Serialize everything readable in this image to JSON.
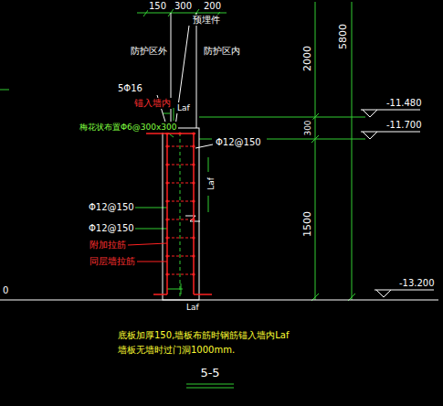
{
  "diagram": {
    "title": "5-5",
    "labels": [
      "150",
      "300",
      "200",
      "预埋件",
      "防护区外",
      "防护区内",
      "2000",
      "5800",
      "-11.480",
      "5Φ16",
      "锚入墙内",
      "Laf",
      "梅花状布置Φ6@300x300",
      "Φ12@150",
      "-11.700",
      "300",
      "Laf",
      "Φ12@150",
      "Φ12@150",
      "1500",
      "附加拉筋",
      "同层墙拉筋",
      "-13.200",
      "Laf",
      "0",
      "底板加厚150,墙板布筋时钢筋锚入墙内Laf",
      "墙板无墙时过门洞1000mm."
    ]
  }
}
